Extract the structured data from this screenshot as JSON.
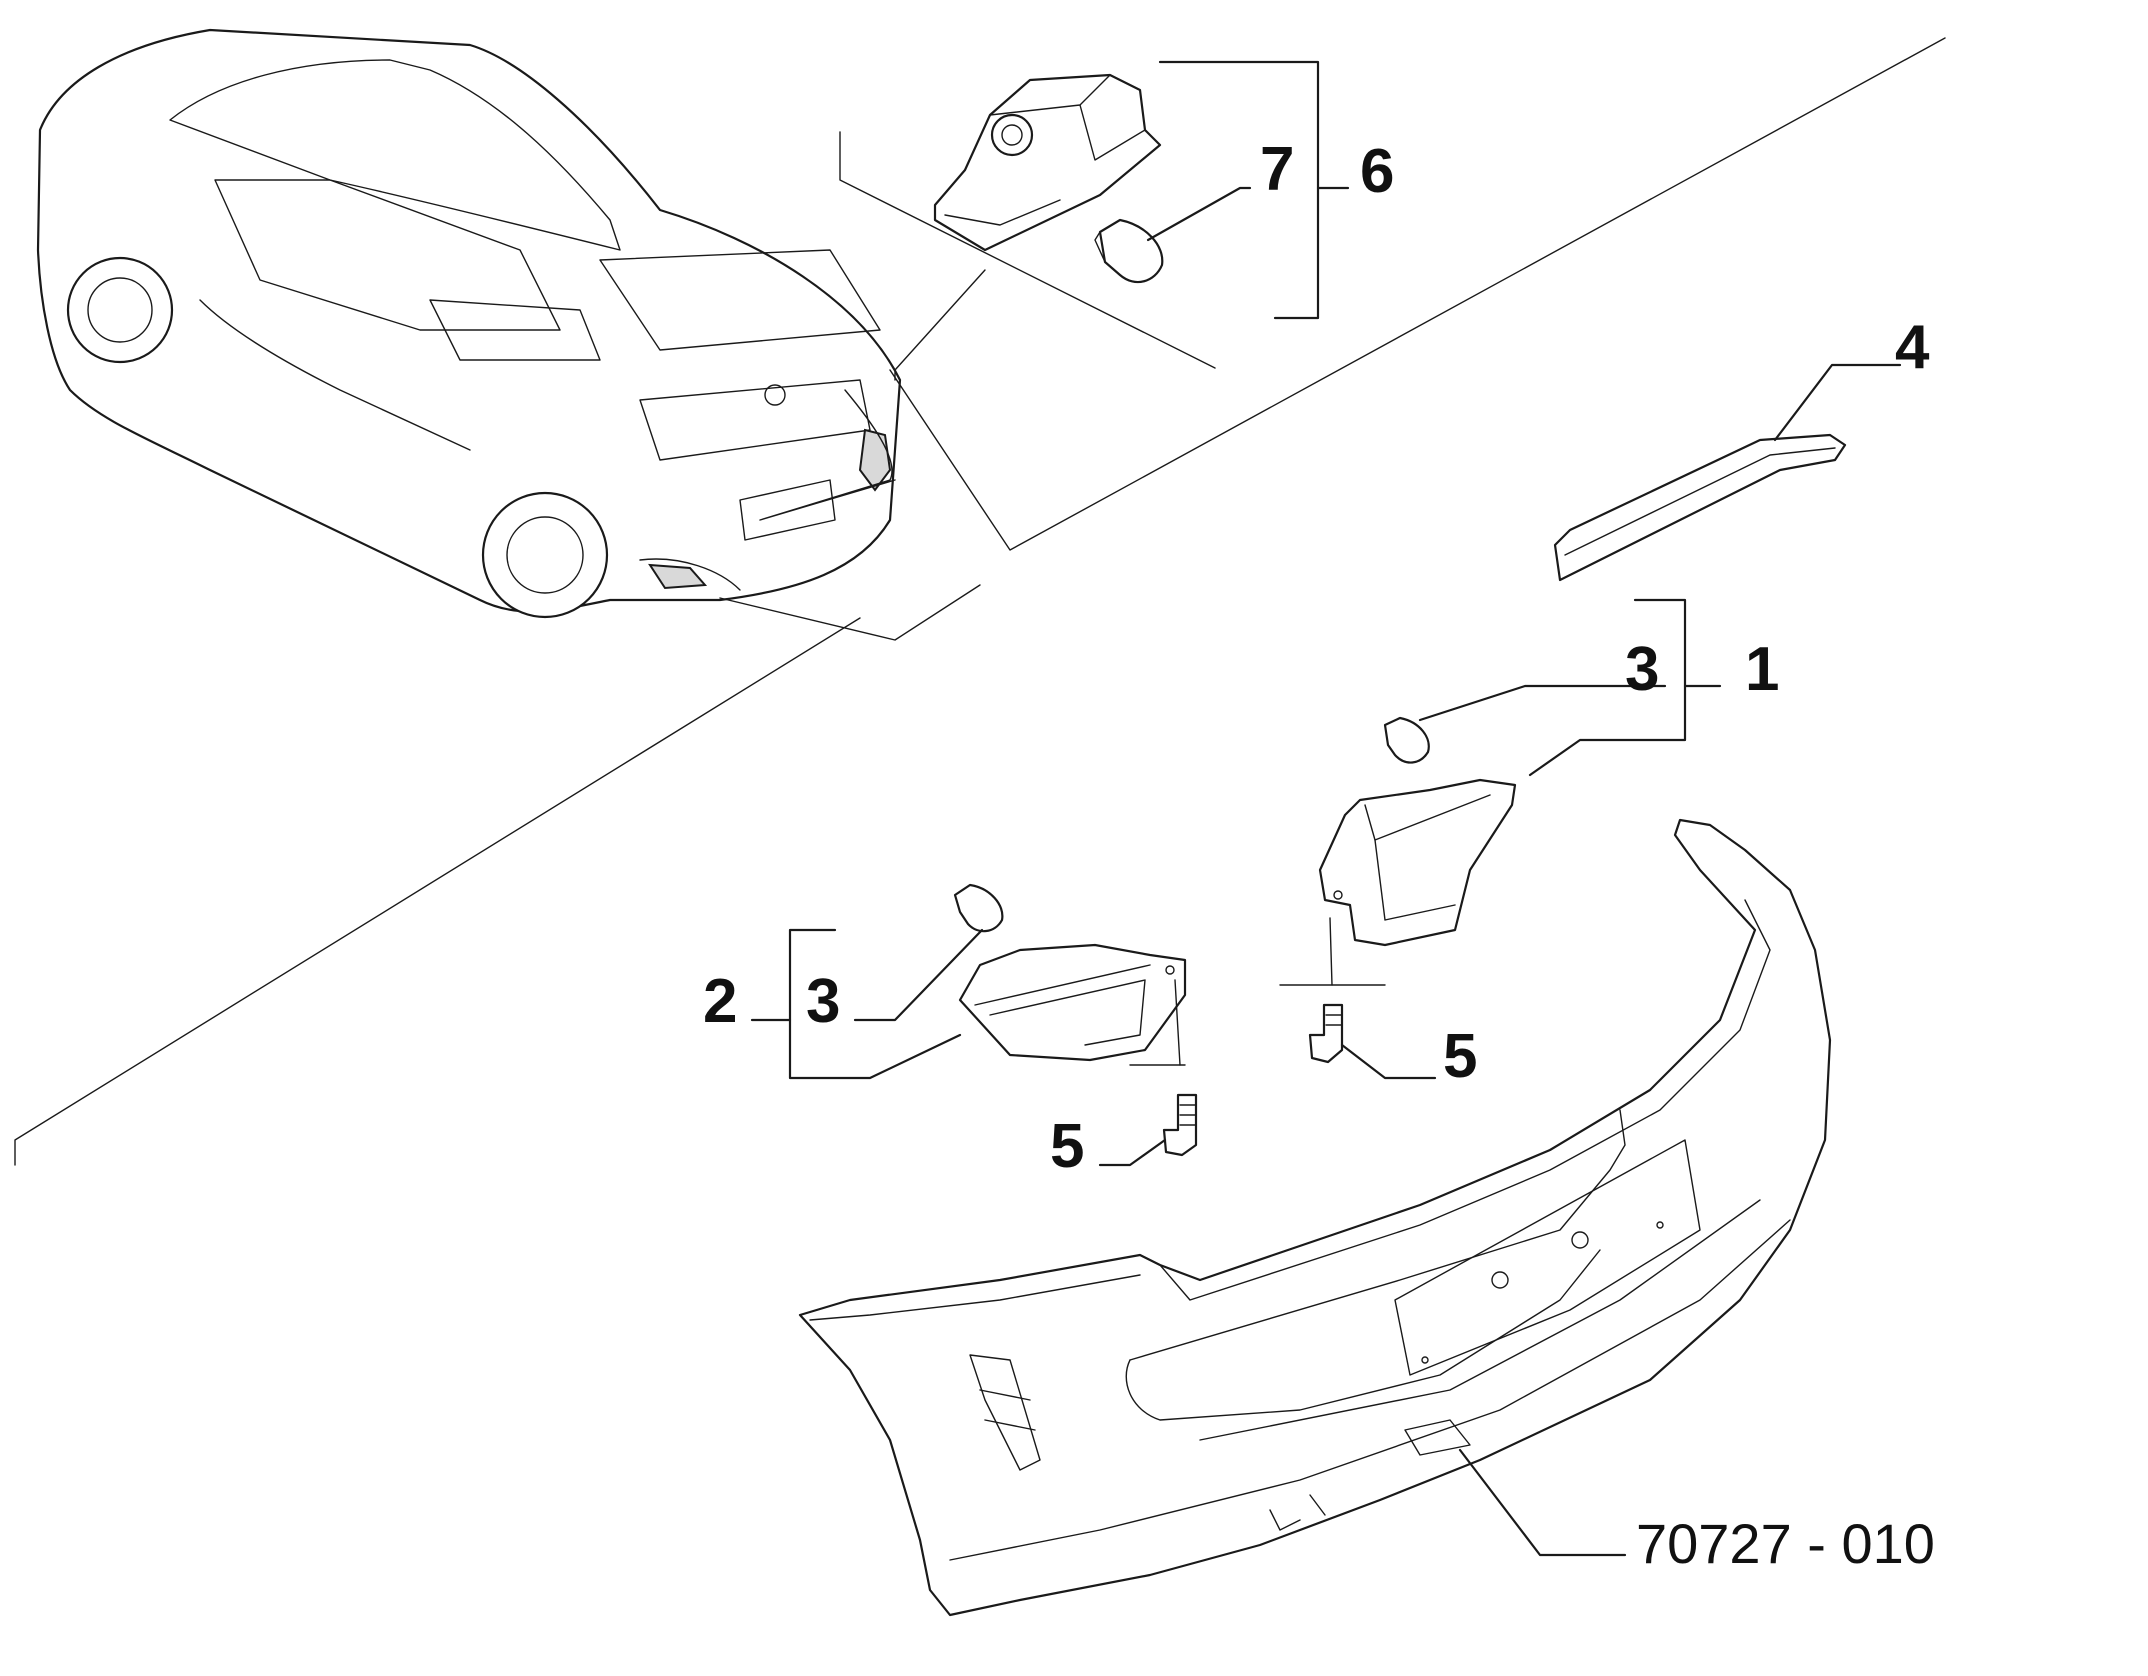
{
  "callouts": {
    "c1": "1",
    "c2": "2",
    "c3a": "3",
    "c3b": "3",
    "c4": "4",
    "c5a": "5",
    "c5b": "5",
    "c6": "6",
    "c7": "7"
  },
  "drawing_code": "70727 - 010",
  "colors": {
    "line": "#1a1a1a",
    "background": "#ffffff"
  }
}
